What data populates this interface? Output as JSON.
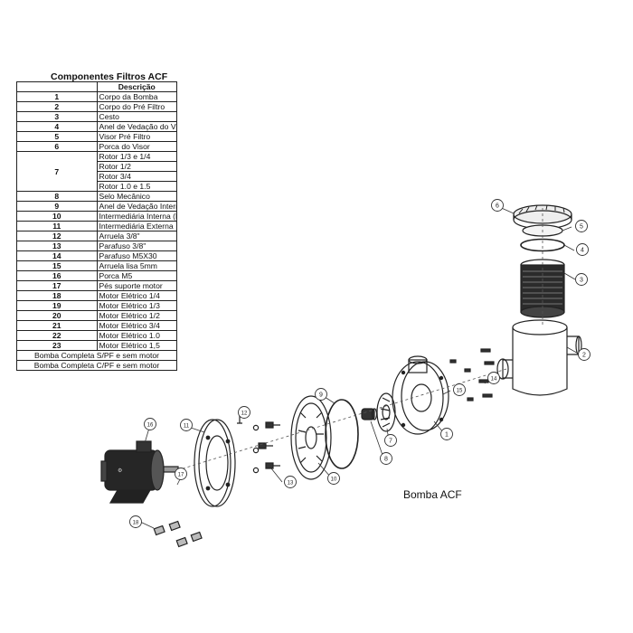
{
  "table": {
    "title": "Componentes Filtros ACF",
    "header": "Descrição",
    "rows": [
      {
        "n": "1",
        "d": [
          "Corpo da Bomba"
        ]
      },
      {
        "n": "2",
        "d": [
          "Corpo do Pré Filtro"
        ]
      },
      {
        "n": "3",
        "d": [
          "Cesto"
        ]
      },
      {
        "n": "4",
        "d": [
          "Anel de Vedação do Visor"
        ]
      },
      {
        "n": "5",
        "d": [
          "Visor Pré Filtro"
        ]
      },
      {
        "n": "6",
        "d": [
          "Porca do Visor"
        ]
      },
      {
        "n": "7",
        "d": [
          "Rotor 1/3 e 1/4",
          "Rotor 1/2",
          "Rotor 3/4",
          "Rotor 1.0 e 1.5"
        ]
      },
      {
        "n": "8",
        "d": [
          "Selo Mecânico"
        ]
      },
      {
        "n": "9",
        "d": [
          "Anel de Vedação Intermediária"
        ]
      },
      {
        "n": "10",
        "d": [
          "Intermediária Interna (Braket)"
        ]
      },
      {
        "n": "11",
        "d": [
          "Intermediária Externa"
        ]
      },
      {
        "n": "12",
        "d": [
          "Arruela 3/8\""
        ]
      },
      {
        "n": "13",
        "d": [
          "Parafuso 3/8\""
        ]
      },
      {
        "n": "14",
        "d": [
          "Parafuso M5X30"
        ]
      },
      {
        "n": "15",
        "d": [
          "Arruela lisa 5mm"
        ]
      },
      {
        "n": "16",
        "d": [
          "Porca M5"
        ]
      },
      {
        "n": "17",
        "d": [
          "Pés suporte motor"
        ]
      },
      {
        "n": "18",
        "d": [
          "Motor Elétrico 1/4"
        ]
      },
      {
        "n": "19",
        "d": [
          "Motor Elétrico 1/3"
        ]
      },
      {
        "n": "20",
        "d": [
          "Motor Elétrico 1/2"
        ]
      },
      {
        "n": "21",
        "d": [
          "Motor Elétrico 3/4"
        ]
      },
      {
        "n": "22",
        "d": [
          "Motor Elétrico 1.0"
        ]
      },
      {
        "n": "23",
        "d": [
          "Motor Elétrico 1,5"
        ]
      }
    ],
    "footer": [
      "Bomba Completa S/PF e sem motor",
      "Bomba Completa C/PF e sem motor"
    ]
  },
  "diagram": {
    "caption": "Bomba ACF",
    "callouts": [
      "1",
      "2",
      "3",
      "4",
      "5",
      "6",
      "7",
      "8",
      "9",
      "10",
      "11",
      "12",
      "13",
      "14",
      "15",
      "16",
      "17",
      "18"
    ]
  }
}
